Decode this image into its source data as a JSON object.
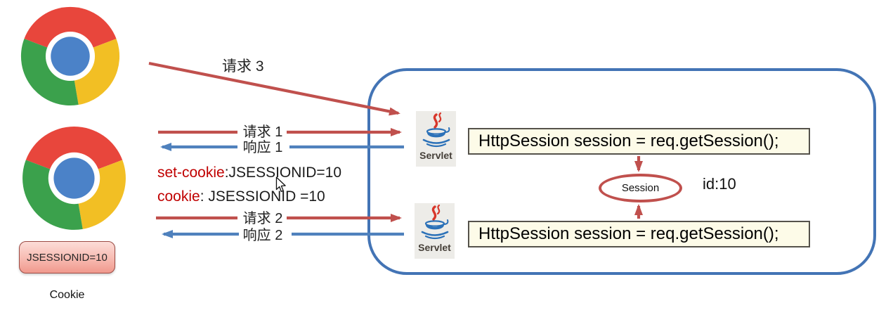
{
  "browser_column": {
    "browser1_icon": "chrome-logo",
    "browser2_icon": "chrome-logo",
    "cookie_box": {
      "value": "JSESSIONID=10",
      "caption": "Cookie"
    }
  },
  "messages": {
    "request3": "请求 3",
    "request1": "请求 1",
    "response1": "响应 1",
    "set_cookie": {
      "key": "set-cookie",
      "rest": ":JSESSIONID=10"
    },
    "cookie_header": {
      "key": "cookie",
      "rest": ": JSESSIONID =10"
    },
    "request2": "请求 2",
    "response2": "响应 2"
  },
  "server": {
    "servlet1": {
      "icon": "java-servlet-logo",
      "label": "Servlet",
      "code": "HttpSession session = req.getSession();"
    },
    "servlet2": {
      "icon": "java-servlet-logo",
      "label": "Servlet",
      "code": "HttpSession session = req.getSession();"
    },
    "session": {
      "label": "Session",
      "id": "id:10"
    }
  },
  "cursor_icon": "mouse-pointer",
  "colors": {
    "request_arrow": "#C0504D",
    "response_arrow": "#4F81BD",
    "container_border": "#4374B5",
    "highlight_red_text": "#C00000",
    "code_box_bg": "#FDFBE8",
    "session_ellipse_border": "#C0504D",
    "cookie_box_fill_top": "#FCDDD8",
    "cookie_box_fill_bottom": "#F0998D"
  }
}
